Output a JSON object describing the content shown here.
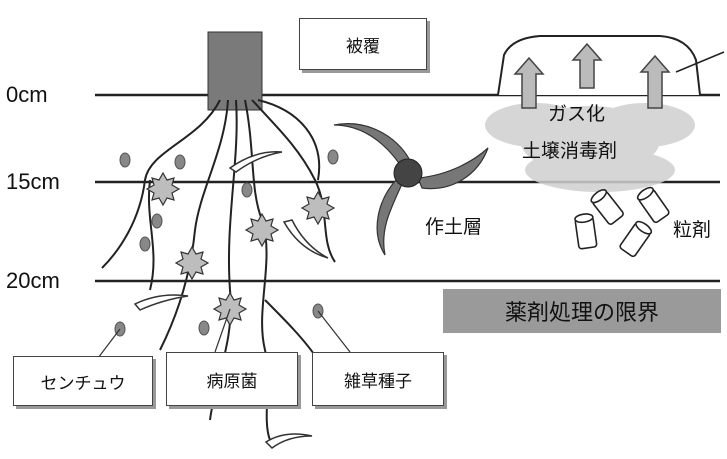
{
  "depth_labels": [
    "0cm",
    "15cm",
    "20cm"
  ],
  "labels": {
    "covering": "被覆",
    "gas": "ガス化",
    "fumigant": "土壌消毒剤",
    "tillage": "作土層",
    "granule": "粒剤",
    "limit": "薬剤処理の限界",
    "nematode": "センチュウ",
    "pathogen": "病原菌",
    "weed_seed": "雑草種子"
  },
  "colors": {
    "limit_bg": "#9a9a9a",
    "stem": "#7a7a7a",
    "spore": "#888888"
  }
}
